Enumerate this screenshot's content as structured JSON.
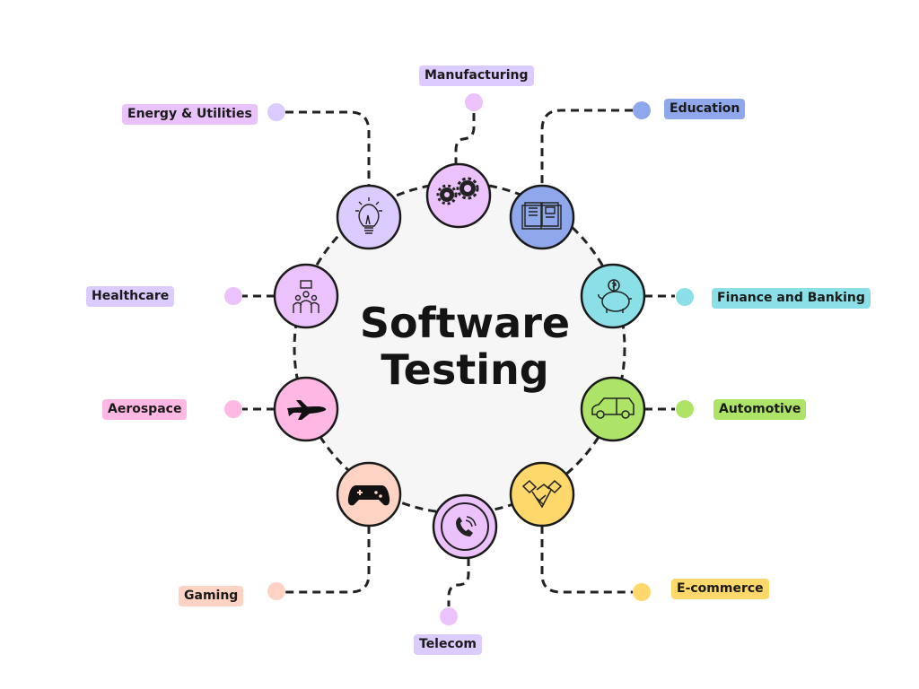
{
  "title": {
    "line1": "Software",
    "line2": "Testing"
  },
  "center_color": "#f6f6f6",
  "industries": [
    {
      "label": "Energy & Utilities",
      "icon": "lightbulb-icon",
      "node_color": "#dccbff",
      "label_color": "#eac2fb"
    },
    {
      "label": "Manufacturing",
      "icon": "gears-icon",
      "node_color": "#ecc2fc",
      "label_color": "#dccbff"
    },
    {
      "label": "Education",
      "icon": "open-book-icon",
      "node_color": "#8fa8ec",
      "label_color": "#8fa8ec"
    },
    {
      "label": "Finance and Banking",
      "icon": "piggy-bank-icon",
      "node_color": "#8ae0e6",
      "label_color": "#8ae0e6"
    },
    {
      "label": "Automotive",
      "icon": "car-icon",
      "node_color": "#ade468",
      "label_color": "#ade468"
    },
    {
      "label": "E-commerce",
      "icon": "handshake-icon",
      "node_color": "#ffd86b",
      "label_color": "#ffd86b"
    },
    {
      "label": "Telecom",
      "icon": "phone-icon",
      "node_color": "#ecc2fc",
      "label_color": "#dccbff"
    },
    {
      "label": "Gaming",
      "icon": "gamepad-icon",
      "node_color": "#ffd3c3",
      "label_color": "#ffd3c3"
    },
    {
      "label": "Aerospace",
      "icon": "airplane-icon",
      "node_color": "#ffb8e3",
      "label_color": "#ffb8e3"
    },
    {
      "label": "Healthcare",
      "icon": "medical-team-icon",
      "node_color": "#ecc2fc",
      "label_color": "#dccbff"
    }
  ]
}
